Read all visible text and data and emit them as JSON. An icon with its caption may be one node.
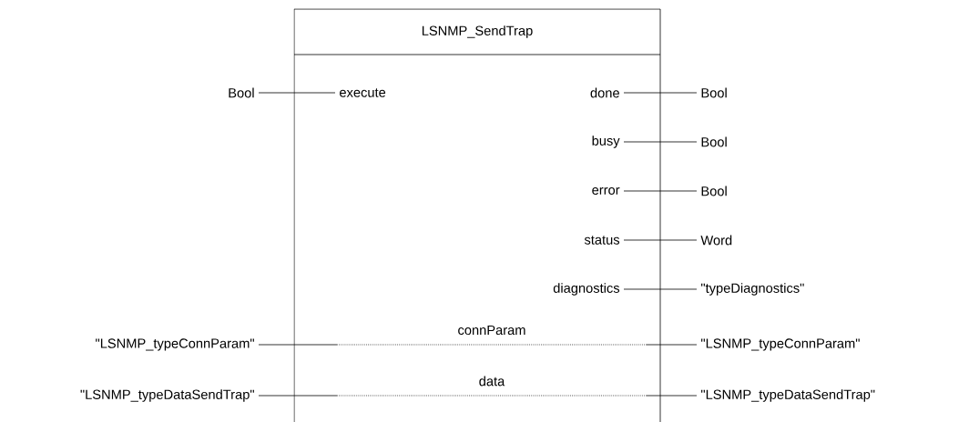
{
  "diagram": {
    "nodes": [
      {
        "text": [
          "LSNMP_SendTrap"
        ]
      },
      {
        "text": [
          "execute"
        ],
        "in": 0
      },
      {
        "text": [
          "done"
        ],
        "in": 0
      },
      {
        "text": [
          "busy"
        ],
        "in": 0
      },
      {
        "text": [
          "error"
        ],
        "in": 0
      },
      {
        "text": [
          "status"
        ],
        "in": 0
      },
      {
        "text": [
          "diagnostics"
        ],
        "in": 0
      },
      {
        "text": [
          "Bool"
        ]
      },
      {
        "text": [
          "Bool"
        ]
      },
      {
        "text": [
          "Bool"
        ]
      },
      {
        "text": [
          "Bool"
        ]
      },
      {
        "text": [
          "Word"
        ]
      },
      {
        "text": [
          "\"typeDiagnostics\""
        ]
      },
      {
        "text": [
          "\"LSNMP_typeConnParam\""
        ]
      },
      {
        "text": [
          "\"LSNMP_typeConnParam\""
        ]
      },
      {
        "text": [
          "\"LSNMP_typeDataSendTrap\""
        ]
      },
      {
        "text": [
          "\"LSNMP_typeDataSendTrap\""
        ]
      }
    ],
    "edges": [
      {
        "from": 7,
        "to": 1,
        "arrow": "none"
      },
      {
        "from": 2,
        "to": 8,
        "arrow": "none"
      },
      {
        "from": 3,
        "to": 9,
        "arrow": "none"
      },
      {
        "from": 4,
        "to": 10,
        "arrow": "none"
      },
      {
        "from": 5,
        "to": 11,
        "arrow": "none"
      },
      {
        "from": 6,
        "to": 12,
        "arrow": "none"
      },
      {
        "from": 13,
        "to": 14,
        "arrow": "none",
        "label": "connParam"
      },
      {
        "from": 15,
        "to": 16,
        "arrow": "none",
        "label": "data"
      }
    ]
  }
}
